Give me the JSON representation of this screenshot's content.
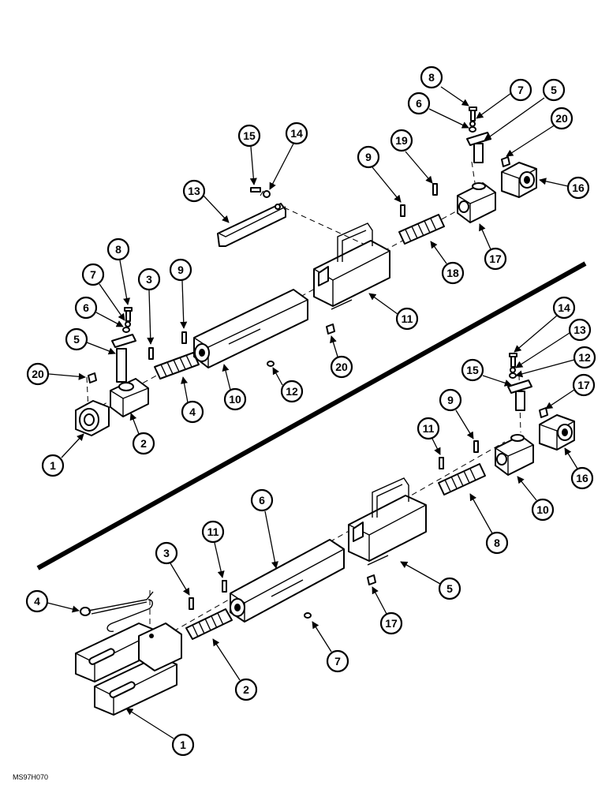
{
  "diagram": {
    "caption": "MS97H070",
    "upper_assembly": {
      "callouts": [
        "1",
        "2",
        "3",
        "4",
        "5",
        "6",
        "7",
        "8",
        "9",
        "10",
        "11",
        "12",
        "13",
        "14",
        "15",
        "16",
        "17",
        "18",
        "19",
        "20"
      ]
    },
    "lower_assembly": {
      "callouts": [
        "1",
        "2",
        "3",
        "4",
        "5",
        "6",
        "7",
        "8",
        "9",
        "10",
        "11",
        "12",
        "13",
        "14",
        "15",
        "16",
        "17"
      ]
    }
  }
}
